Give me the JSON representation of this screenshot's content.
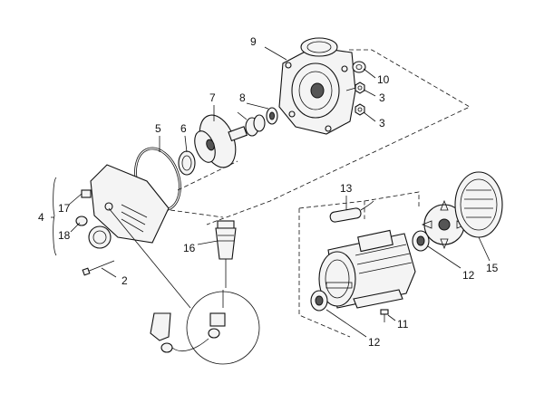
{
  "callouts": [
    {
      "id": "c1",
      "text": "9"
    },
    {
      "id": "c2",
      "text": "10"
    },
    {
      "id": "c3",
      "text": "3"
    },
    {
      "id": "c4",
      "text": "3"
    },
    {
      "id": "c5",
      "text": "7"
    },
    {
      "id": "c6",
      "text": "8"
    },
    {
      "id": "c7",
      "text": "5"
    },
    {
      "id": "c8",
      "text": "6"
    },
    {
      "id": "c9",
      "text": "4"
    },
    {
      "id": "c10",
      "text": "17"
    },
    {
      "id": "c11",
      "text": "18"
    },
    {
      "id": "c12",
      "text": "16"
    },
    {
      "id": "c13",
      "text": "2"
    },
    {
      "id": "c14",
      "text": "13"
    },
    {
      "id": "c15",
      "text": "12"
    },
    {
      "id": "c16",
      "text": "15"
    },
    {
      "id": "c17",
      "text": "11"
    },
    {
      "id": "c18",
      "text": "12"
    }
  ]
}
